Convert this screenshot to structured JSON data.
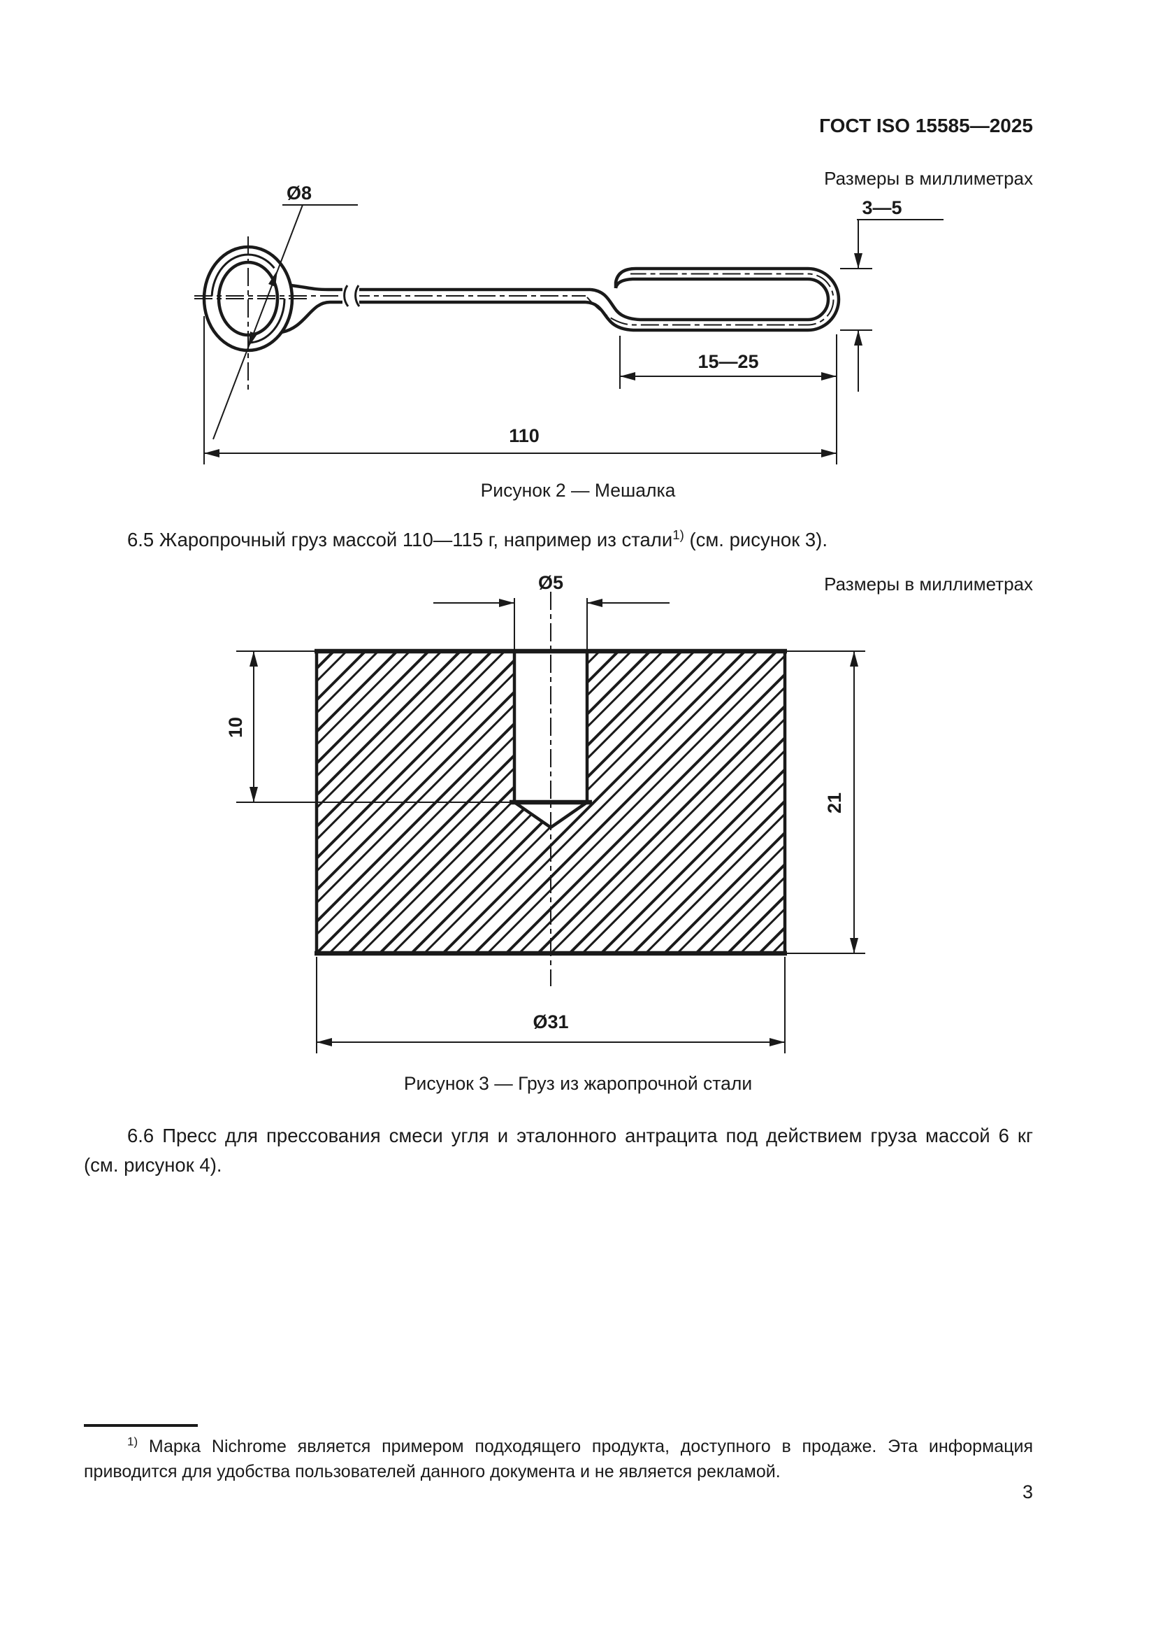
{
  "page": {
    "header": "ГОСТ ISO 15585—2025",
    "number": "3",
    "units_note": "Размеры в миллиметрах"
  },
  "fig2": {
    "caption": "Рисунок 2 — Мешалка",
    "dims": {
      "ring_diameter": "Ø8",
      "loop_height": "3—5",
      "loop_length": "15—25",
      "total_length": "110"
    }
  },
  "para_6_5": {
    "lead": "6.5  Жаропрочный груз массой 110—115 г, например из стали",
    "sup": "1)",
    "tail": " (см. рисунок 3)."
  },
  "fig3": {
    "caption": "Рисунок 3 — Груз из жаропрочной стали",
    "dims": {
      "hole_diameter": "Ø5",
      "hole_depth": "10",
      "height": "21",
      "outer_diameter": "Ø31"
    }
  },
  "para_6_6": {
    "line1": "6.6  Пресс для прессования смеси угля и эталонного антрацита под действием груза массой 6 кг",
    "line2": "(см. рисунок 4)."
  },
  "footnote": {
    "sup": "1)",
    "line1": " Марка Nichrome является примером подходящего продукта, доступного в продаже. Эта информация",
    "line2": "приводится для удобства пользователей данного документа и не является рекламой."
  }
}
